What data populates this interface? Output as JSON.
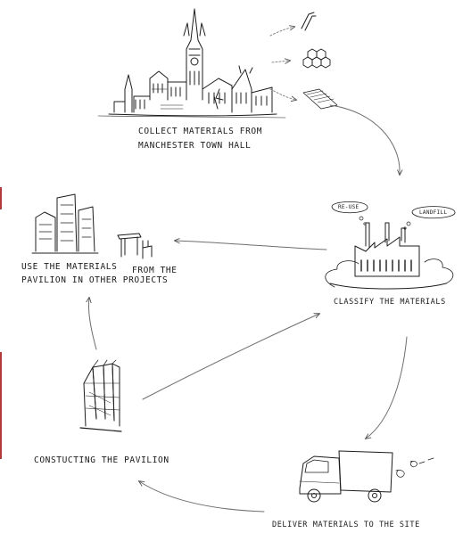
{
  "steps": {
    "collect": {
      "line1": "COLLECT MATERIALS FROM",
      "line2": "MANCHESTER TOWN HALL"
    },
    "classify": {
      "label": "CLASSIFY THE MATERIALS",
      "tag_reuse": "RE-USE",
      "tag_landfill": "LANDFILL"
    },
    "deliver": {
      "label": "DELIVER MATERIALS TO THE SITE"
    },
    "construct": {
      "label": "CONSTUCTING THE PAVILION"
    },
    "reuse": {
      "line1": "USE THE MATERIALS",
      "line1b": "FROM THE",
      "line2": "PAVILION IN OTHER PROJECTS"
    }
  },
  "colors": {
    "ink": "#1c1c1c",
    "arrow": "#6e6e6e",
    "edge": "#b23a3a"
  }
}
